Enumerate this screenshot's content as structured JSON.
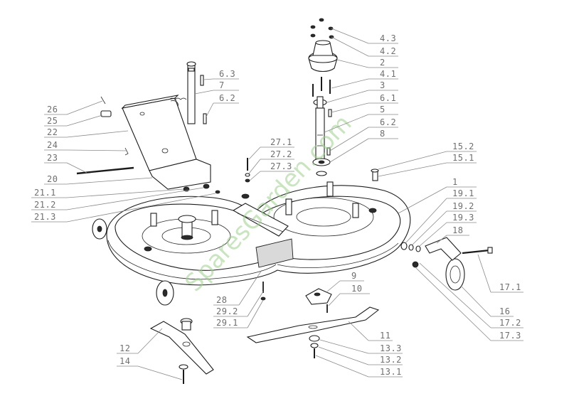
{
  "watermark": "SparesGarden.com",
  "labels": [
    {
      "id": "4-3",
      "text": "4.3"
    },
    {
      "id": "4-2",
      "text": "4.2"
    },
    {
      "id": "2",
      "text": "2"
    },
    {
      "id": "4-1",
      "text": "4.1"
    },
    {
      "id": "3",
      "text": "3"
    },
    {
      "id": "6-1",
      "text": "6.1"
    },
    {
      "id": "5",
      "text": "5"
    },
    {
      "id": "6-2-right",
      "text": "6.2"
    },
    {
      "id": "8",
      "text": "8"
    },
    {
      "id": "6-3",
      "text": "6.3"
    },
    {
      "id": "7",
      "text": "7"
    },
    {
      "id": "6-2-left",
      "text": "6.2"
    },
    {
      "id": "26",
      "text": "26"
    },
    {
      "id": "25",
      "text": "25"
    },
    {
      "id": "22",
      "text": "22"
    },
    {
      "id": "24",
      "text": "24"
    },
    {
      "id": "23",
      "text": "23"
    },
    {
      "id": "20",
      "text": "20"
    },
    {
      "id": "21-1",
      "text": "21.1"
    },
    {
      "id": "21-2",
      "text": "21.2"
    },
    {
      "id": "21-3",
      "text": "21.3"
    },
    {
      "id": "27-1",
      "text": "27.1"
    },
    {
      "id": "27-2",
      "text": "27.2"
    },
    {
      "id": "27-3",
      "text": "27.3"
    },
    {
      "id": "15-2",
      "text": "15.2"
    },
    {
      "id": "15-1",
      "text": "15.1"
    },
    {
      "id": "1",
      "text": "1"
    },
    {
      "id": "19-1",
      "text": "19.1"
    },
    {
      "id": "19-2",
      "text": "19.2"
    },
    {
      "id": "19-3",
      "text": "19.3"
    },
    {
      "id": "18",
      "text": "18"
    },
    {
      "id": "17-1",
      "text": "17.1"
    },
    {
      "id": "16",
      "text": "16"
    },
    {
      "id": "17-2",
      "text": "17.2"
    },
    {
      "id": "17-3",
      "text": "17.3"
    },
    {
      "id": "9",
      "text": "9"
    },
    {
      "id": "10",
      "text": "10"
    },
    {
      "id": "28",
      "text": "28"
    },
    {
      "id": "29-2",
      "text": "29.2"
    },
    {
      "id": "29-1",
      "text": "29.1"
    },
    {
      "id": "11",
      "text": "11"
    },
    {
      "id": "12",
      "text": "12"
    },
    {
      "id": "14",
      "text": "14"
    },
    {
      "id": "13-3",
      "text": "13.3"
    },
    {
      "id": "13-2",
      "text": "13.2"
    },
    {
      "id": "13-1",
      "text": "13.1"
    }
  ]
}
